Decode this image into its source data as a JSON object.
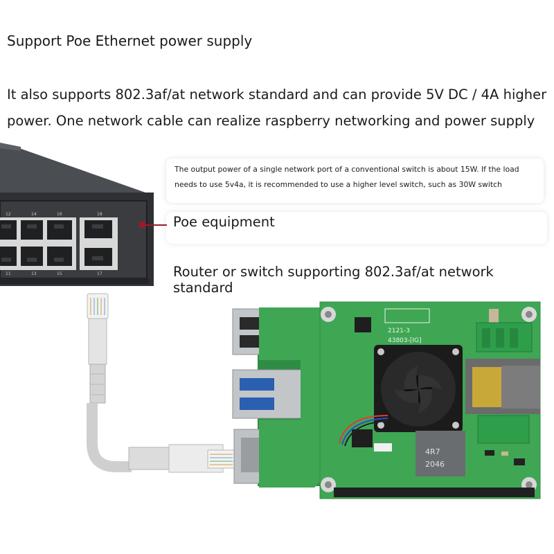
{
  "heading": "Support Poe Ethernet power supply",
  "paragraph": "It also supports 802.3af/at network standard and can provide 5V DC / 4A higher power. One network cable can realize raspberry networking and power supply",
  "note": "The output power of a single network port of a conventional switch is about 15W. If the load needs to use 5v4a, it is recommended to use a higher level switch, such as 30W switch",
  "poe_label": "Poe equipment",
  "router_label": "Router or switch supporting 802.3af/at network standard",
  "switch": {
    "port_numbers_top": [
      "12",
      "14",
      "16",
      "18"
    ],
    "port_numbers_bottom": [
      "11",
      "13",
      "15",
      "17"
    ],
    "accent_color": "#9b1a2a"
  },
  "board": {
    "silkscreen_top": "43803-[IG]",
    "silkscreen_mid": "2121-3",
    "inductor_text_1": "4R7",
    "inductor_text_2": "2046",
    "pcb_color": "#3fa654"
  }
}
